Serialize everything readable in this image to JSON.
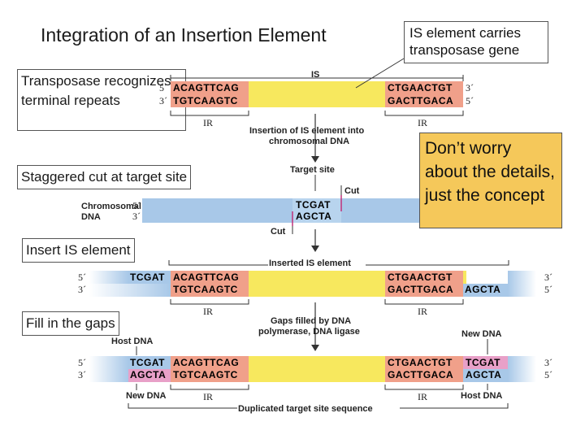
{
  "title": "Integration of an Insertion Element",
  "callout_is": "IS element carries transposase gene",
  "note_yellow": "Don’t worry about the details, just the concept",
  "steps": {
    "recognize": "Transposase recognizes terminal repeats",
    "cut": "Staggered cut at target site",
    "insert": "Insert IS element",
    "fill": "Fill in the gaps"
  },
  "colors": {
    "yellow": "#f7e85e",
    "salmon": "#f0a08a",
    "blue": "#a8c8e8",
    "pink": "#e8a0c8",
    "note_bg": "#f5c85a"
  },
  "labels": {
    "is": "IS",
    "ir": "IR",
    "insertion": "Insertion of IS element into",
    "chromosomal_dna": "chromosomal DNA",
    "target_site": "Target site",
    "cut": "Cut",
    "chromosomal": "Chromosomal",
    "dna": "DNA",
    "inserted_is": "Inserted IS element",
    "gaps_filled": "Gaps filled by DNA",
    "polymerase": "polymerase, DNA ligase",
    "new_dna": "New DNA",
    "host_dna": "Host DNA",
    "duplicated": "Duplicated target site sequence"
  },
  "seqs": {
    "left_top": "ACAGTTCAG",
    "left_bottom": "TGTCAAGTC",
    "right_top": "CTGAACTGT",
    "right_bottom": "GACTTGACA",
    "target_top": "TCGAT",
    "target_bottom": "AGCTA"
  },
  "ends": {
    "five": "5´",
    "three": "3´"
  }
}
